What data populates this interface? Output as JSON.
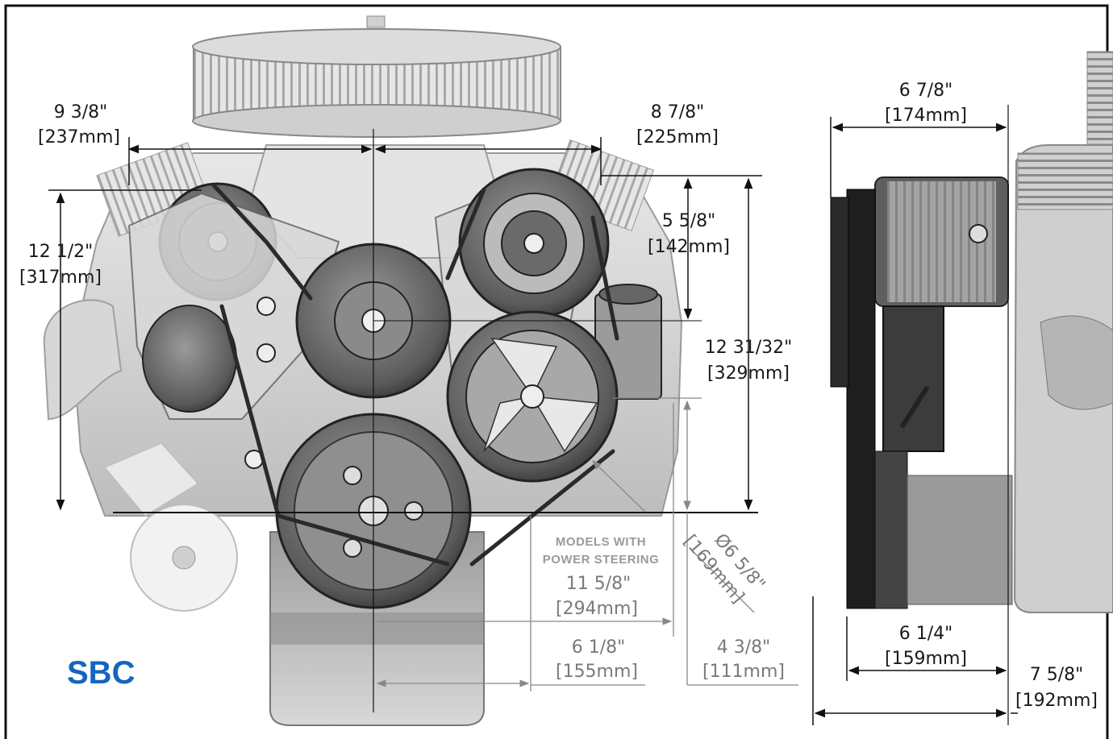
{
  "labels": {
    "brand": "SBC",
    "note_line1": "MODELS WITH",
    "note_line2": "POWER STEERING"
  },
  "dimensions": {
    "top_left": {
      "imperial": "9 3/8\"",
      "metric": "[237mm]"
    },
    "top_right": {
      "imperial": "8 7/8\"",
      "metric": "[225mm]"
    },
    "left_height": {
      "imperial": "12 1/2\"",
      "metric": "[317mm]"
    },
    "alt_height": {
      "imperial": "5 5/8\"",
      "metric": "[142mm]"
    },
    "total_height": {
      "imperial": "12 31/32\"",
      "metric": "[329mm]"
    },
    "ps_width": {
      "imperial": "11 5/8\"",
      "metric": "[294mm]"
    },
    "pulley_dia": {
      "imperial": "Ø6 5/8\"",
      "metric": "[169mm]"
    },
    "lower_width": {
      "imperial": "6 1/8\"",
      "metric": "[155mm]"
    },
    "ps_height": {
      "imperial": "4 3/8\"",
      "metric": "[111mm]"
    },
    "side_top": {
      "imperial": "6 7/8\"",
      "metric": "[174mm]"
    },
    "side_bottom": {
      "imperial": "6 1/4\"",
      "metric": "[159mm]"
    },
    "side_total": {
      "imperial": "7 5/8\"",
      "metric": "[192mm]"
    }
  },
  "colors": {
    "brand": "#1565c0",
    "dimension_line": "#111111",
    "note_text": "#9a9a9a",
    "frame": "#111111"
  }
}
